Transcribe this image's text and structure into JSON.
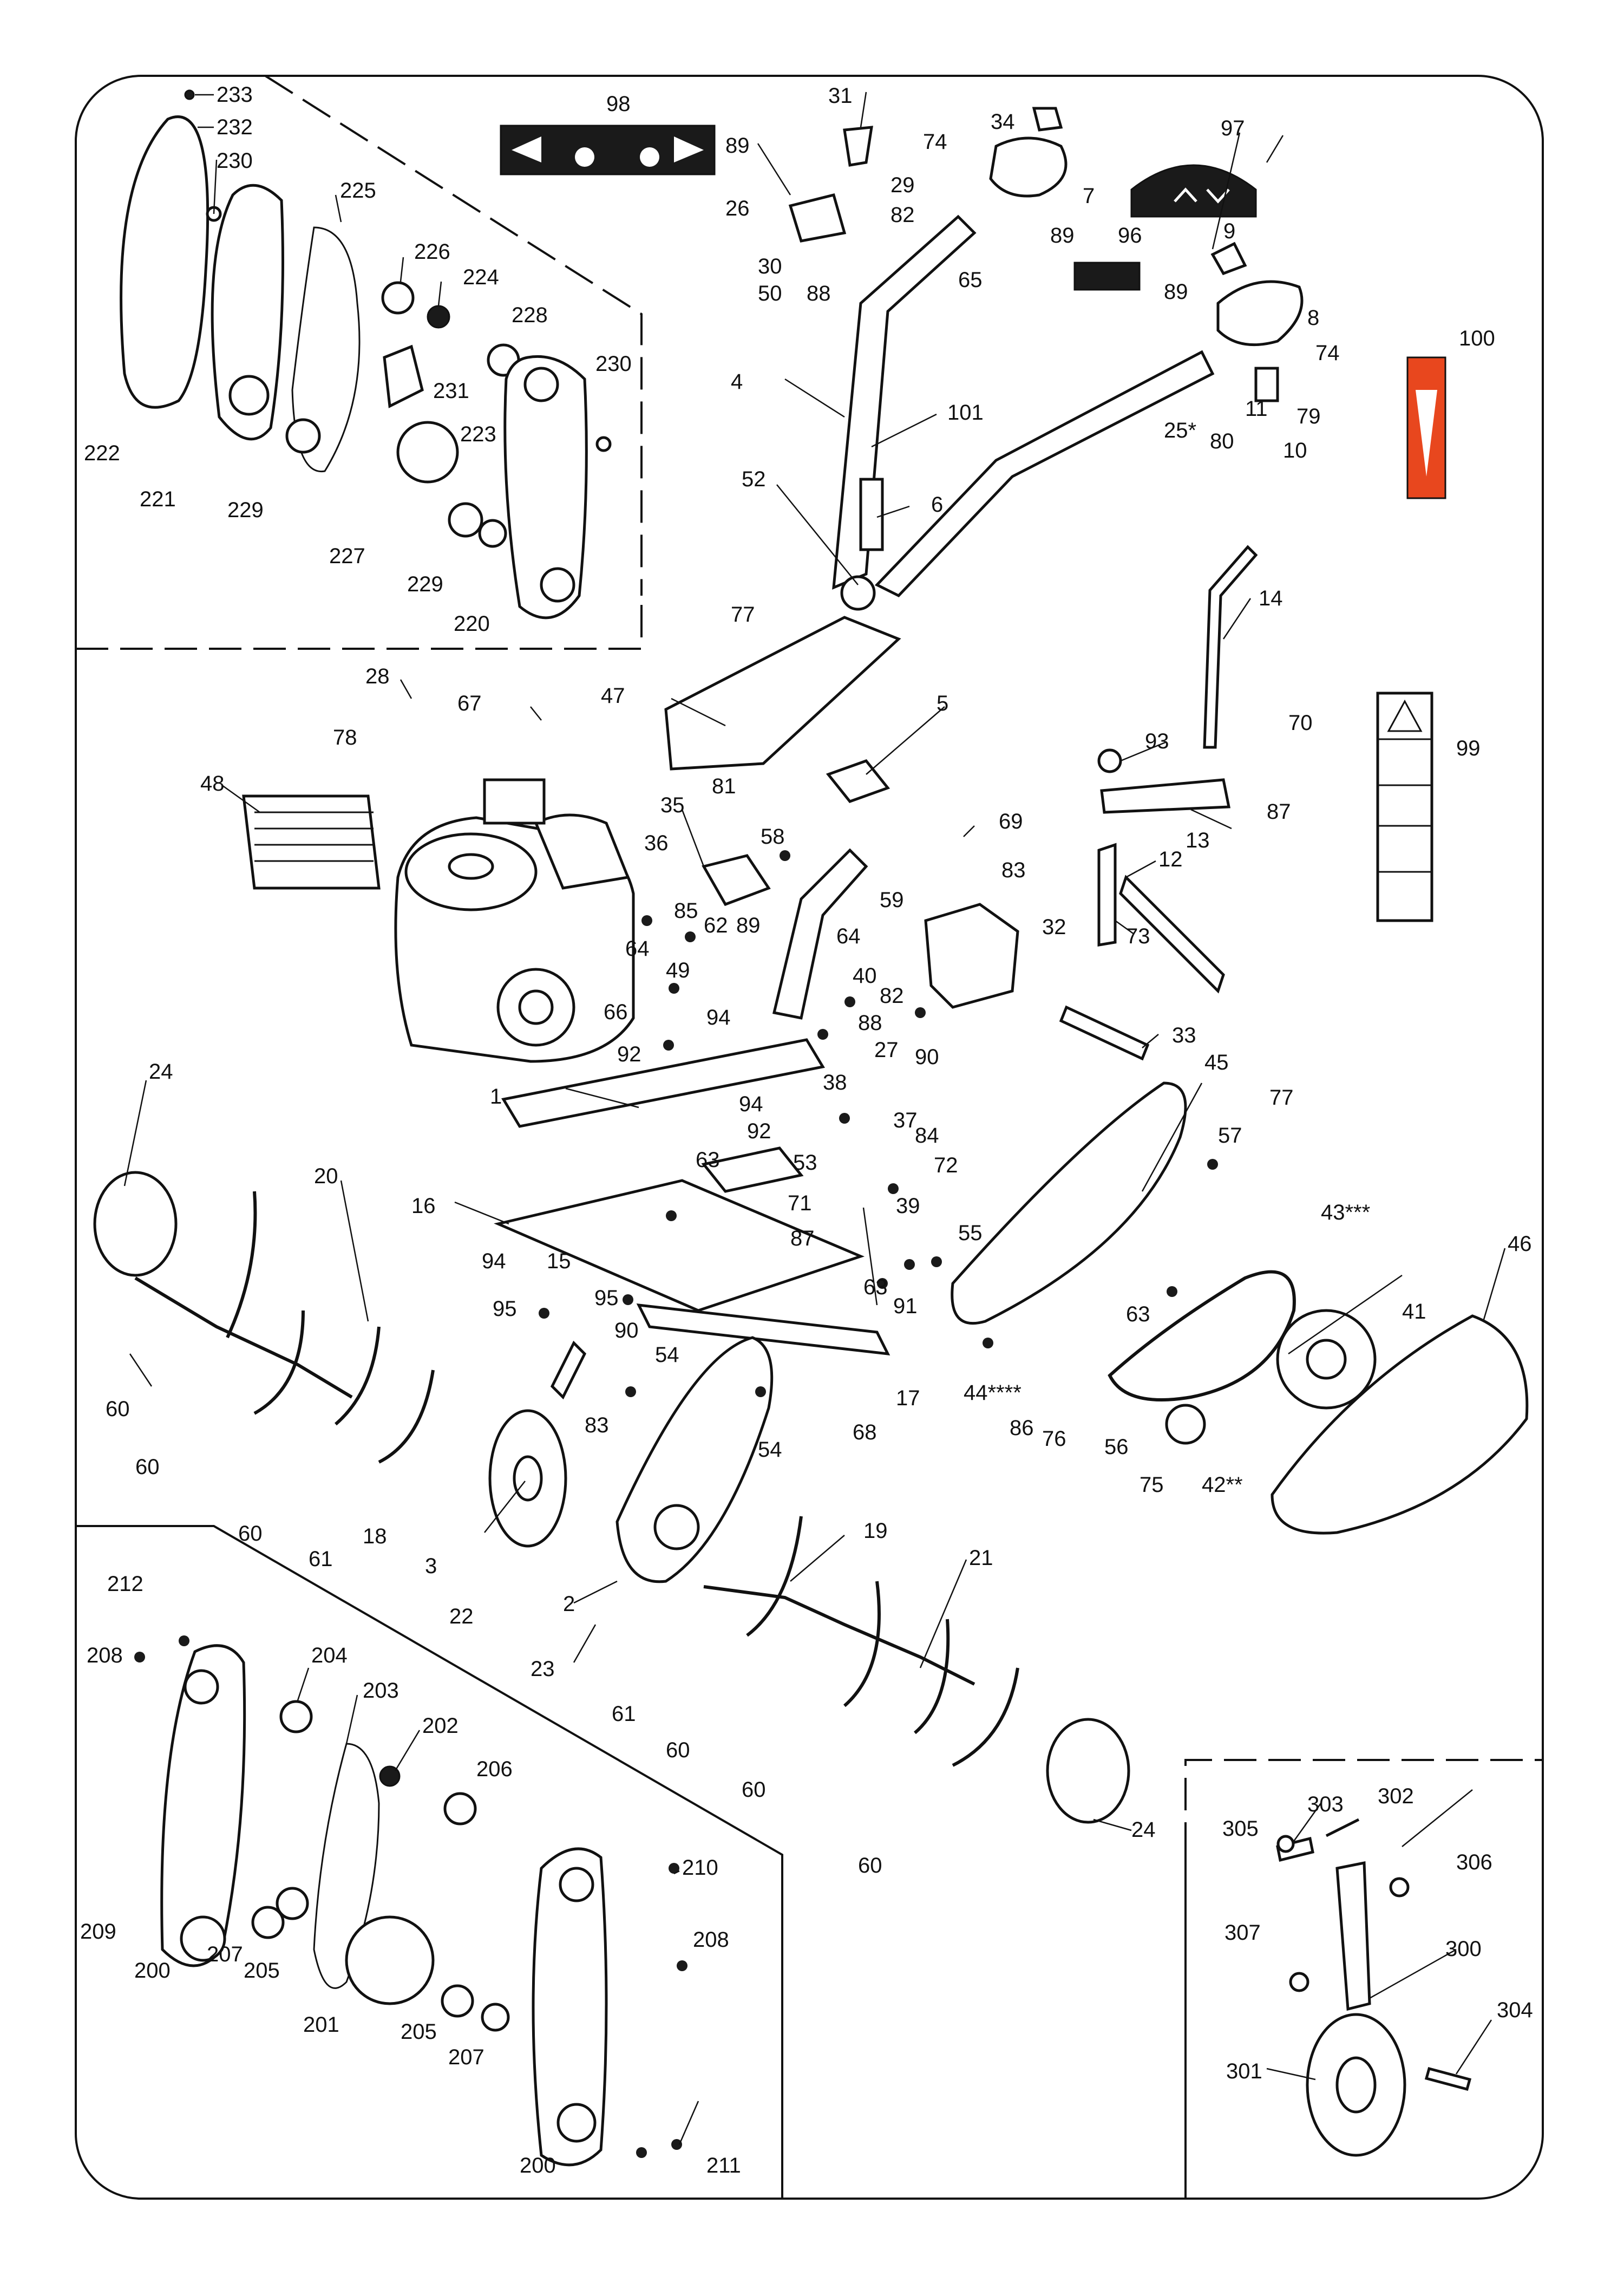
{
  "labels": {
    "l233": "233",
    "l232": "232",
    "l230a": "230",
    "l225": "225",
    "l226": "226",
    "l224": "224",
    "l228": "228",
    "l230b": "230",
    "l231": "231",
    "l223": "223",
    "l222": "222",
    "l221": "221",
    "l229a": "229",
    "l227": "227",
    "l229b": "229",
    "l220": "220",
    "l98": "98",
    "l31": "31",
    "l34": "34",
    "l97": "97",
    "l89a": "89",
    "l74a": "74",
    "l26": "26",
    "l29": "29",
    "l82a": "82",
    "l7": "7",
    "l89b": "89",
    "l30": "30",
    "l50": "50",
    "l88a": "88",
    "l65": "65",
    "l96": "96",
    "l9": "9",
    "l89c": "89",
    "l8": "8",
    "l74b": "74",
    "l100": "100",
    "l4": "4",
    "l101": "101",
    "l11": "11",
    "l79": "79",
    "l25": "25*",
    "l80": "80",
    "l10": "10",
    "l52": "52",
    "l6": "6",
    "l77a": "77",
    "l14": "14",
    "l28": "28",
    "l47": "47",
    "l5": "5",
    "l67": "67",
    "l78": "78",
    "l70": "70",
    "l93": "93",
    "l99": "99",
    "l48": "48",
    "l81": "81",
    "l87a": "87",
    "l35": "35",
    "l58": "58",
    "l69": "69",
    "l13": "13",
    "l36": "36",
    "l12": "12",
    "l83a": "83",
    "l85": "85",
    "l62": "62",
    "l89d": "89",
    "l59": "59",
    "l32": "32",
    "l64a": "64",
    "l64b": "64",
    "l73": "73",
    "l49": "49",
    "l40": "40",
    "l66": "66",
    "l94a": "94",
    "l82b": "82",
    "l88b": "88",
    "l33": "33",
    "l92a": "92",
    "l90a": "90",
    "l27": "27",
    "l45": "45",
    "l77b": "77",
    "l1": "1",
    "l24a": "24",
    "l38": "38",
    "l94b": "94",
    "l92b": "92",
    "l53": "53",
    "l37": "37",
    "l84": "84",
    "l57": "57",
    "l43": "43***",
    "l63a": "63",
    "l72": "72",
    "l20": "20",
    "l16": "16",
    "l71": "71",
    "l39": "39",
    "l55": "55",
    "l87b": "87",
    "l94c": "94",
    "l15": "15",
    "l63b": "63",
    "l91": "91",
    "l46": "46",
    "l95a": "95",
    "l95b": "95",
    "l63c": "63",
    "l41": "41",
    "l90b": "90",
    "l54a": "54",
    "l60a": "60",
    "l44": "44****",
    "l86": "86",
    "l76": "76",
    "l17": "17",
    "l83b": "83",
    "l68": "68",
    "l54b": "54",
    "l60b": "60",
    "l56": "56",
    "l75": "75",
    "l42": "42**",
    "l60c": "60",
    "l61a": "61",
    "l18": "18",
    "l3": "3",
    "l19": "19",
    "l21": "21",
    "l22": "22",
    "l2": "2",
    "l212": "212",
    "l208a": "208",
    "l204": "204",
    "l203": "203",
    "l23": "23",
    "l61b": "61",
    "l60d": "60",
    "l202": "202",
    "l206": "206",
    "l60e": "60",
    "l24b": "24",
    "l209": "209",
    "l200a": "200",
    "l207a": "207",
    "l205a": "205",
    "l210": "210",
    "l208b": "208",
    "l201": "201",
    "l205b": "205",
    "l207b": "207",
    "l60f": "60",
    "l305": "305",
    "l303": "303",
    "l302": "302",
    "l306": "306",
    "l307": "307",
    "l300": "300",
    "l304": "304",
    "l301": "301",
    "l200b": "200",
    "l211": "211"
  },
  "colors": {
    "line": "#111111",
    "fill": "#ffffff",
    "shade": "#d9d9d9",
    "dark": "#1a1a1a",
    "warning_sticker": "#e8471e"
  },
  "icons": [
    "rotation-direction-sticker-icon",
    "lever-direction-sticker-icon",
    "small-label-sticker-icon",
    "safety-pictograms-sticker-icon",
    "warning-arrow-sticker-icon"
  ]
}
